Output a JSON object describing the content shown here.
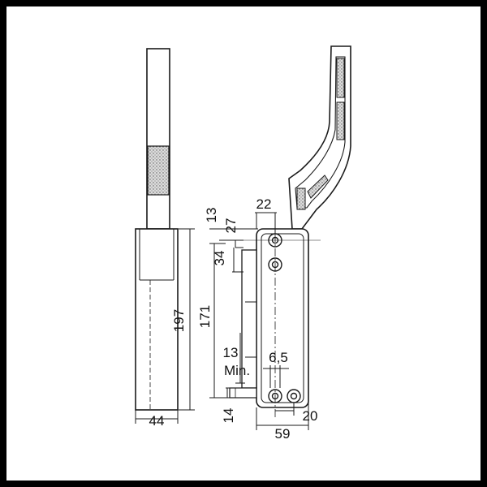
{
  "drawing": {
    "dimensions": {
      "total_height": "197",
      "body_height": "171",
      "width_left": "44",
      "top_offset_13": "13",
      "hook_width": "22",
      "offset_27": "27",
      "offset_34": "34",
      "min_label_value": "13",
      "min_label_text": "Min.",
      "slot_width": "6,5",
      "bottom_offset_14": "14",
      "body_width": "59",
      "hole_offset": "20"
    },
    "colors": {
      "line": "#1a1a1a",
      "hatch": "#bdbdbd",
      "frame": "#000000"
    }
  }
}
